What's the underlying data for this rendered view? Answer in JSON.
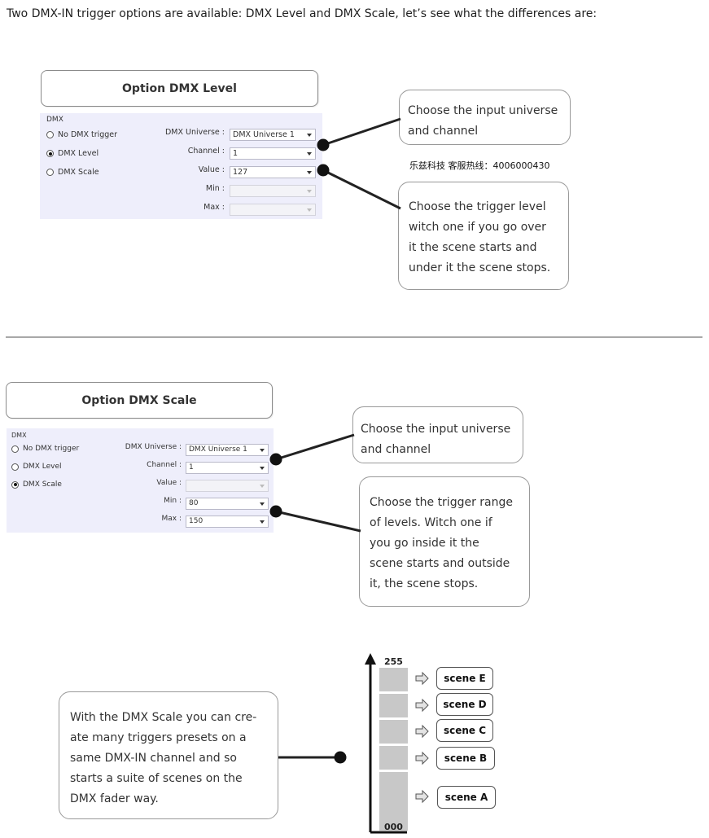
{
  "intro": "Two DMX-IN trigger options are available: DMX Level and DMX Scale, let’s see what the differences are:",
  "hotline": "乐兹科技 客服热线：4006000430",
  "option_level": {
    "title": "Option DMX Level",
    "panel": {
      "group": "DMX",
      "radios": [
        {
          "label": "No DMX trigger",
          "selected": false
        },
        {
          "label": "DMX Level",
          "selected": true
        },
        {
          "label": "DMX Scale",
          "selected": false
        }
      ],
      "fields": [
        {
          "label": "DMX Universe :",
          "value": "DMX Universe 1",
          "enabled": true
        },
        {
          "label": "Channel :",
          "value": "1",
          "enabled": true
        },
        {
          "label": "Value :",
          "value": "127",
          "enabled": true
        },
        {
          "label": "Min :",
          "value": "",
          "enabled": false
        },
        {
          "label": "Max :",
          "value": "",
          "enabled": false
        }
      ]
    },
    "callouts": [
      {
        "lines": [
          "Choose the input universe",
          "and channel"
        ]
      },
      {
        "lines": [
          "Choose the trigger level",
          "witch one if you go over",
          "it the scene starts and",
          "under it the scene stops."
        ]
      }
    ]
  },
  "option_scale": {
    "title": "Option DMX Scale",
    "panel": {
      "group": "DMX",
      "radios": [
        {
          "label": "No DMX trigger",
          "selected": false
        },
        {
          "label": "DMX Level",
          "selected": false
        },
        {
          "label": "DMX Scale",
          "selected": true
        }
      ],
      "fields": [
        {
          "label": "DMX Universe :",
          "value": "DMX Universe 1",
          "enabled": true
        },
        {
          "label": "Channel :",
          "value": "1",
          "enabled": true
        },
        {
          "label": "Value :",
          "value": "",
          "enabled": false
        },
        {
          "label": "Min :",
          "value": "80",
          "enabled": true
        },
        {
          "label": "Max :",
          "value": "150",
          "enabled": true
        }
      ]
    },
    "callouts": [
      {
        "lines": [
          "Choose the input universe",
          "and channel"
        ]
      },
      {
        "lines": [
          "Choose the trigger range",
          "of levels. Witch one if",
          "you go inside it the",
          "scene starts and outside",
          "it, the scene stops."
        ]
      }
    ]
  },
  "scale_diagram": {
    "note": [
      "With the DMX Scale you can cre-",
      "ate many triggers presets on a",
      "same DMX-IN channel and so",
      "starts a suite of scenes on the",
      "DMX fader way."
    ],
    "top_label": "255",
    "bottom_label": "000",
    "scenes": [
      "scene E",
      "scene D",
      "scene C",
      "scene B",
      "scene A"
    ]
  }
}
